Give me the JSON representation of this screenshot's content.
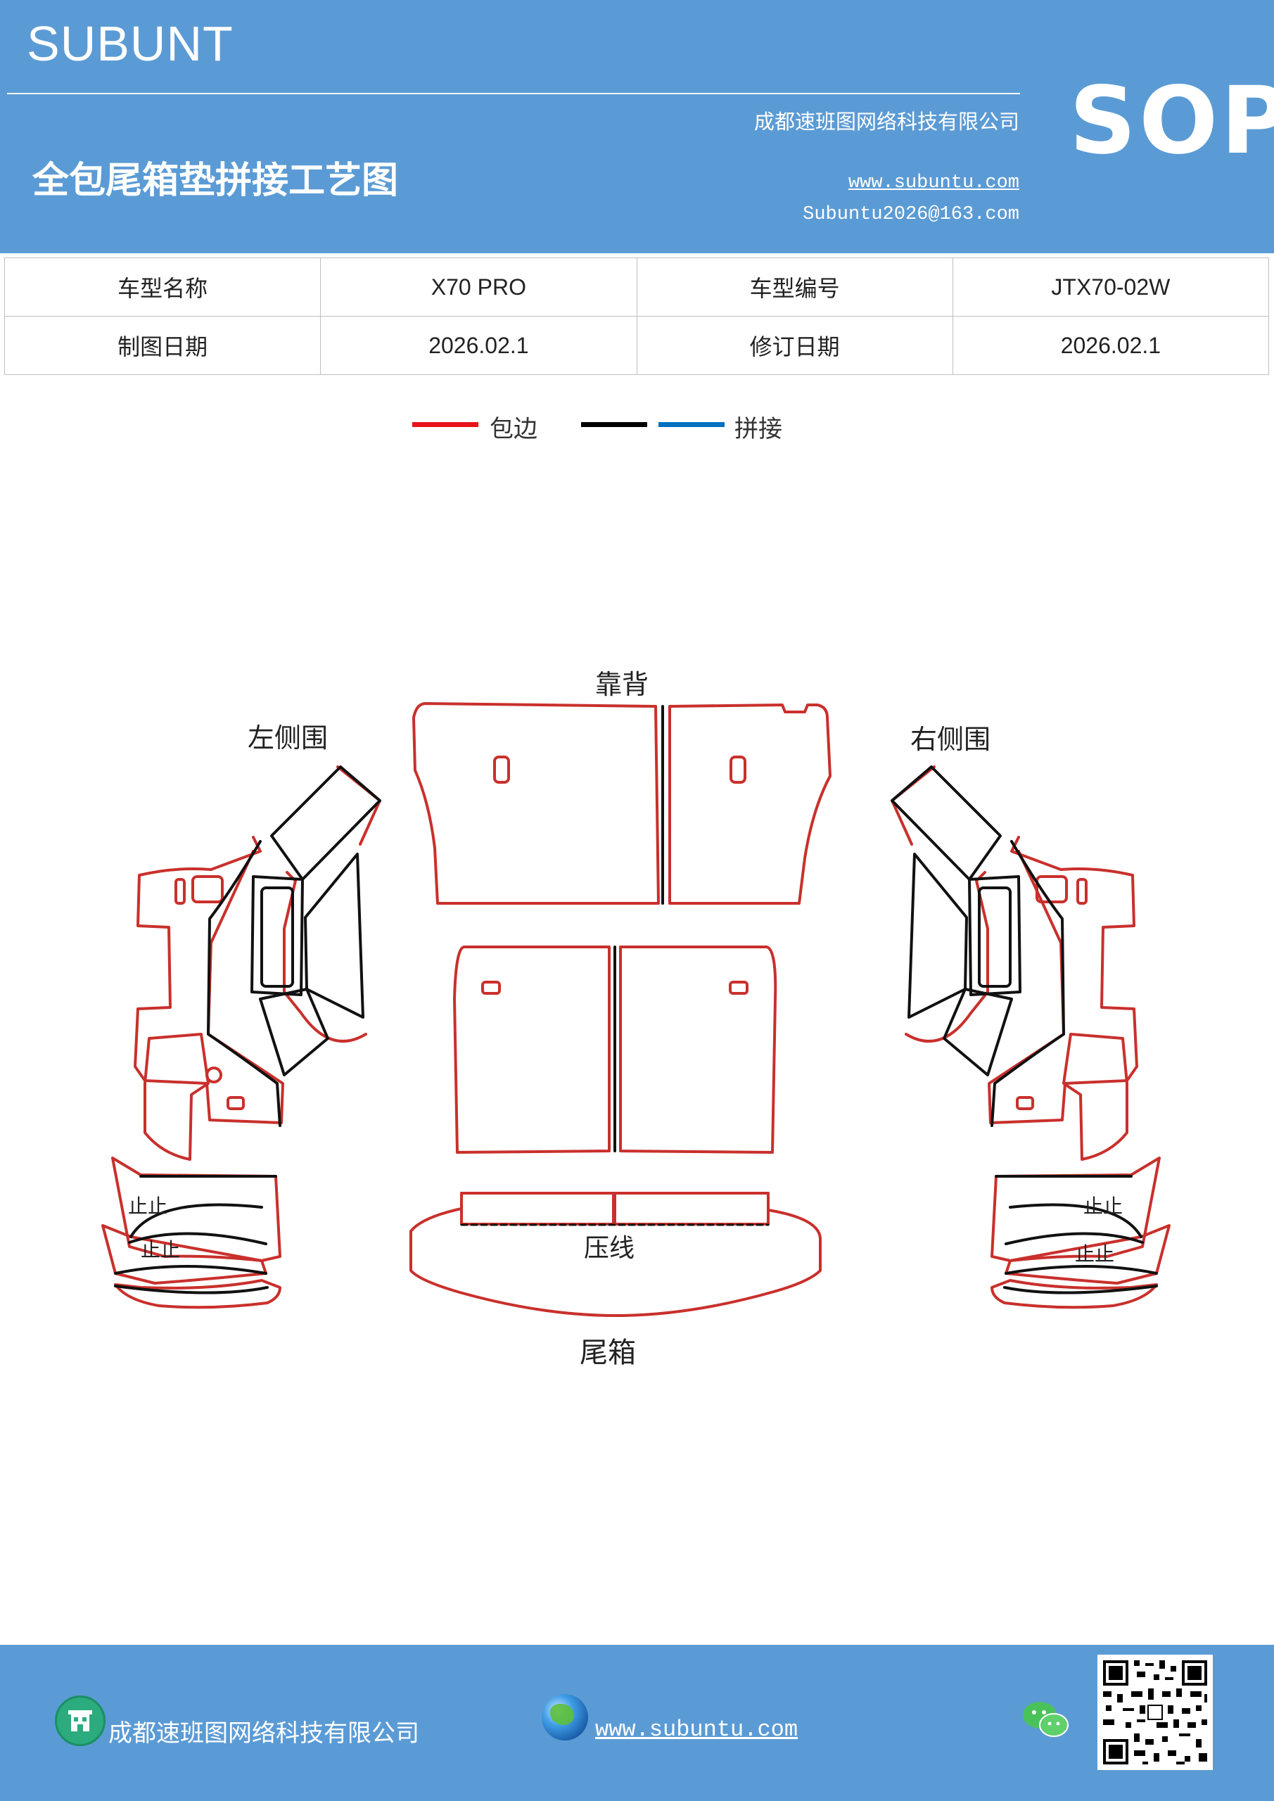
{
  "header": {
    "brand": "SUBUNT",
    "company": "成都速班图网络科技有限公司",
    "badge": "SOP",
    "title": "全包尾箱垫拼接工艺图",
    "website": "www.subuntu.com",
    "email": "Subuntu2026@163.com"
  },
  "info_table": {
    "rows": [
      {
        "label1": "车型名称",
        "value1": "X70  PRO",
        "label2": "车型编号",
        "value2": "JTX70-02W"
      },
      {
        "label1": "制图日期",
        "value1": "2026.02.1",
        "label2": "修订日期",
        "value2": "2026.02.1"
      }
    ]
  },
  "legend": {
    "edge_label": "包边",
    "splice_label": "拼接",
    "colors": {
      "edge": "#e8141a",
      "seam_black": "#000000",
      "splice": "#0070c0"
    }
  },
  "diagram": {
    "backrest": "靠背",
    "left_side": "左侧围",
    "right_side": "右侧围",
    "press_line": "压线",
    "trunk": "尾箱",
    "stop_mark": "止止",
    "colors": {
      "outline": "#c9302c",
      "seam": "#111111"
    }
  },
  "footer": {
    "company": "成都速班图网络科技有限公司",
    "website": "www.subuntu.com "
  }
}
